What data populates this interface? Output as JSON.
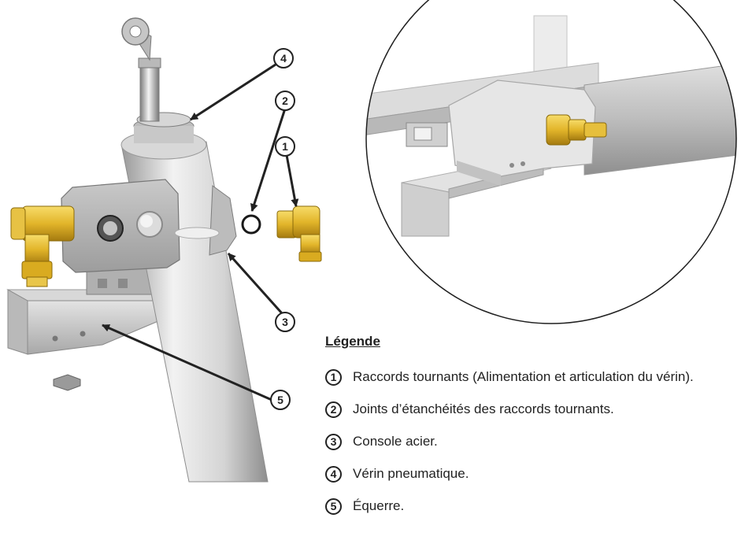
{
  "callouts": [
    {
      "number": "1"
    },
    {
      "number": "2"
    },
    {
      "number": "3"
    },
    {
      "number": "4"
    },
    {
      "number": "5"
    }
  ],
  "legend": {
    "title": "Légende",
    "items": [
      {
        "number": "1",
        "text": "Raccords tournants (Alimentation et articulation du vérin)."
      },
      {
        "number": "2",
        "text": "Joints d’étanchéités des raccords tournants."
      },
      {
        "number": "3",
        "text": "Console acier."
      },
      {
        "number": "4",
        "text": "Vérin pneumatique."
      },
      {
        "number": "5",
        "text": "Équerre."
      }
    ]
  },
  "colors": {
    "steel_light": "#e6e6e6",
    "steel_mid": "#c4c4c4",
    "steel_dark": "#8c8c8c",
    "brass": "#e2b52a",
    "brass_dark": "#a47a10",
    "ink": "#222222"
  }
}
